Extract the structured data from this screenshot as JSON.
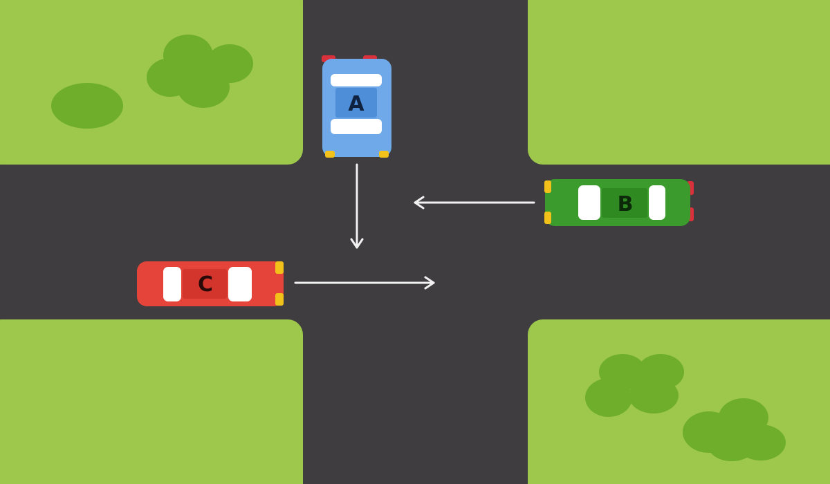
{
  "colors": {
    "road": "#3f3d3f",
    "grass": "#9dc84b",
    "bush": "#6eae2a",
    "arrow": "#f2f2f2"
  },
  "cars": [
    {
      "id": "A",
      "label": "A",
      "color": "#6fa9ea",
      "heading": "south",
      "movement": "straight"
    },
    {
      "id": "B",
      "label": "B",
      "color": "#3b9b2c",
      "heading": "west",
      "movement": "straight"
    },
    {
      "id": "C",
      "label": "C",
      "color": "#e5443a",
      "heading": "east",
      "movement": "straight"
    }
  ]
}
